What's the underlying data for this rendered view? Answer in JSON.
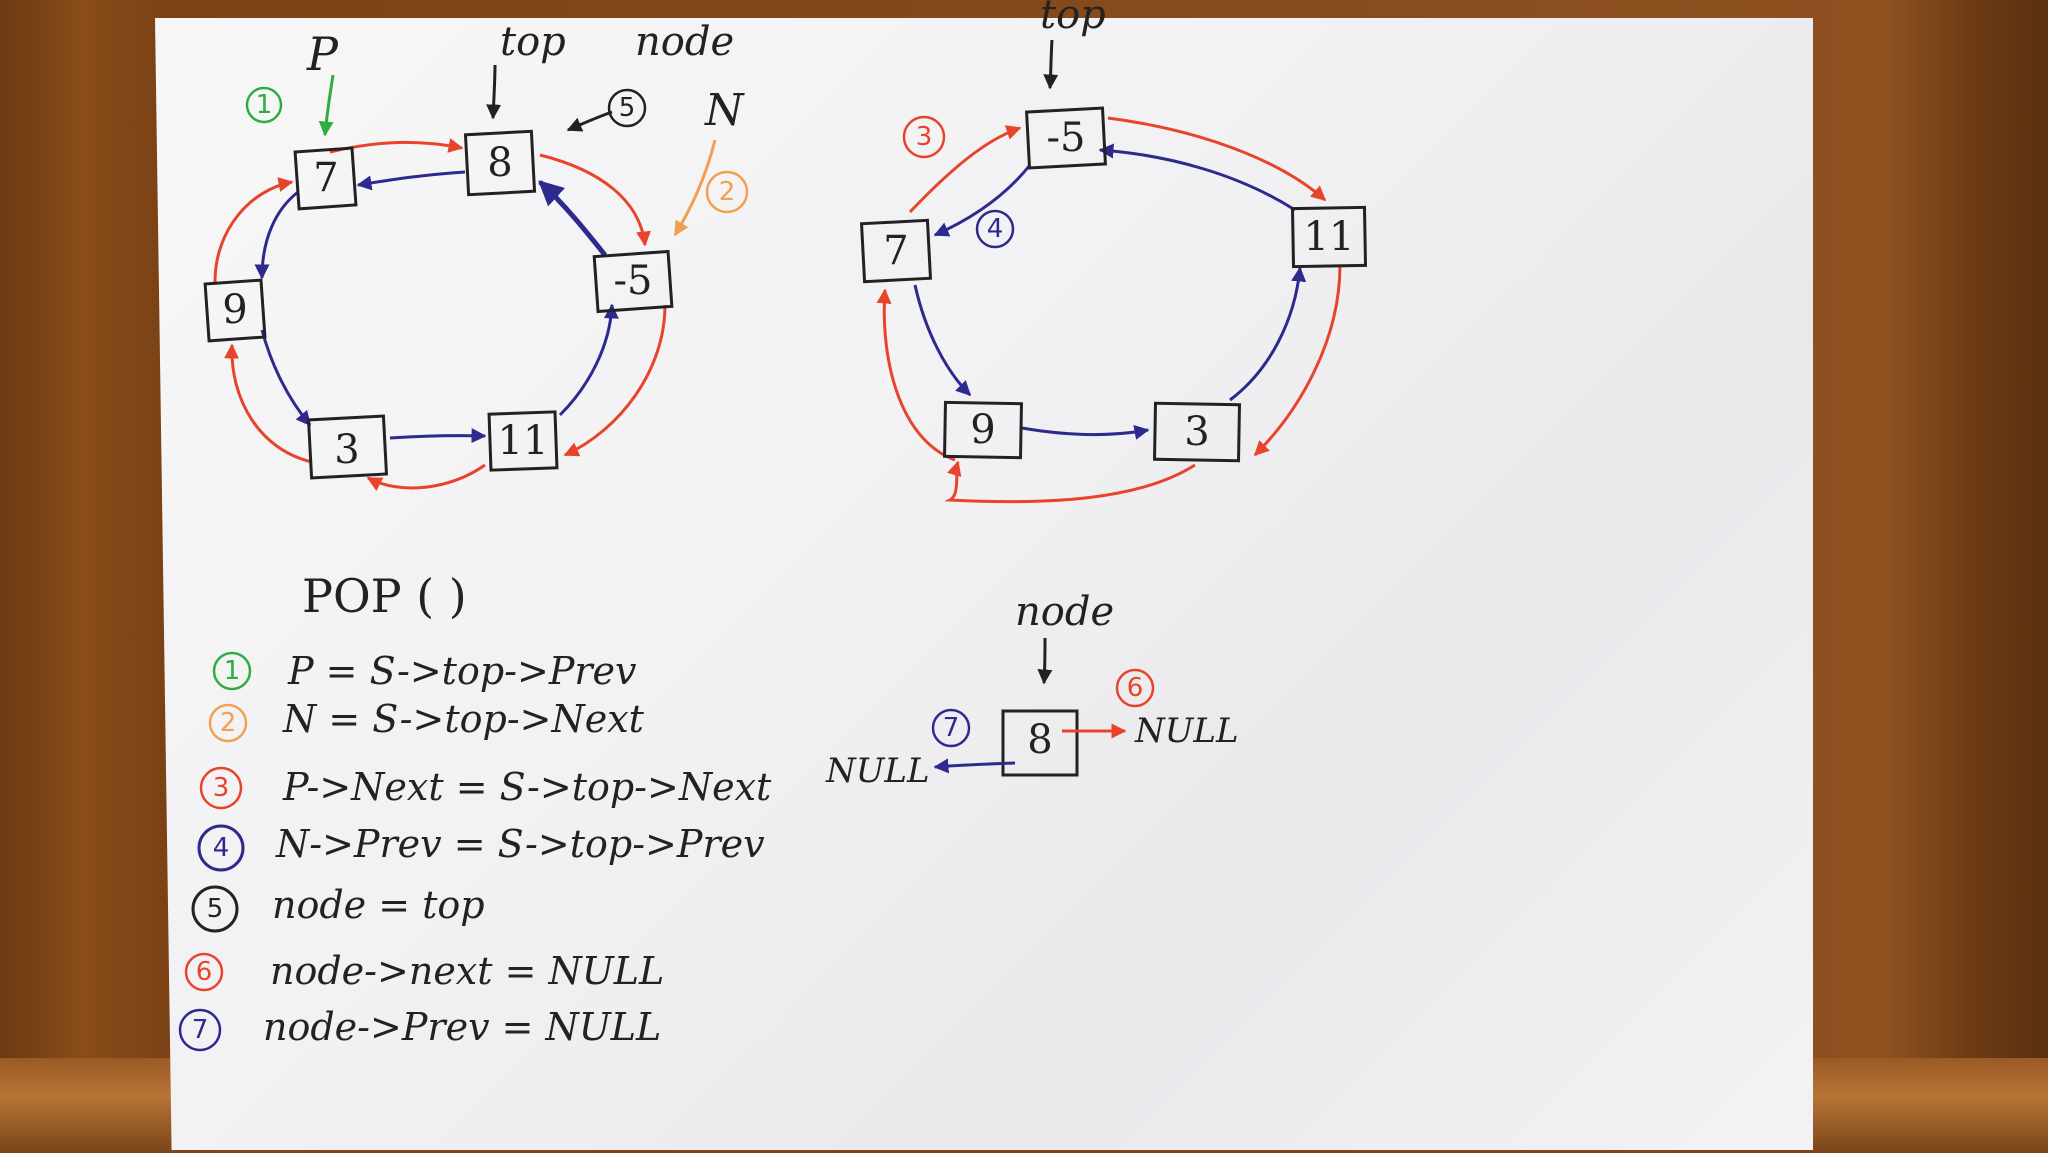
{
  "diagram1": {
    "nodes": [
      "7",
      "8",
      "-5",
      "11",
      "3",
      "9"
    ],
    "labels": {
      "p": "P",
      "top": "top",
      "node": "node",
      "n": "N"
    },
    "markers": {
      "p": "1",
      "node": "5",
      "n": "2"
    }
  },
  "diagram2": {
    "nodes": [
      "-5",
      "11",
      "3",
      "9",
      "7"
    ],
    "labels": {
      "top": "top"
    },
    "markers": {
      "red": "3",
      "blue": "4"
    }
  },
  "diagram3": {
    "node": "8",
    "labels": {
      "node": "node",
      "null_left": "NULL",
      "null_right": "NULL"
    },
    "markers": {
      "right": "6",
      "left": "7"
    }
  },
  "pop": {
    "title": "POP ( )",
    "steps": [
      {
        "num": "1",
        "text": "P = S->top->Prev",
        "color": "#2eae3c"
      },
      {
        "num": "2",
        "text": "N = S->top->Next",
        "color": "#f0a050"
      },
      {
        "num": "3",
        "text": "P->Next = S->top->Next",
        "color": "#e8442c"
      },
      {
        "num": "4",
        "text": "N->Prev = S->top->Prev",
        "color": "#2c2a8c"
      },
      {
        "num": "5",
        "text": "node = top",
        "color": "#222222"
      },
      {
        "num": "6",
        "text": "node->next = NULL",
        "color": "#e8442c"
      },
      {
        "num": "7",
        "text": "node->Prev = NULL",
        "color": "#2c2a8c"
      }
    ]
  },
  "colors": {
    "red": "#e8442c",
    "blue": "#2c2a8c",
    "green": "#2eae3c",
    "orange": "#f0a050",
    "ink": "#222222"
  }
}
